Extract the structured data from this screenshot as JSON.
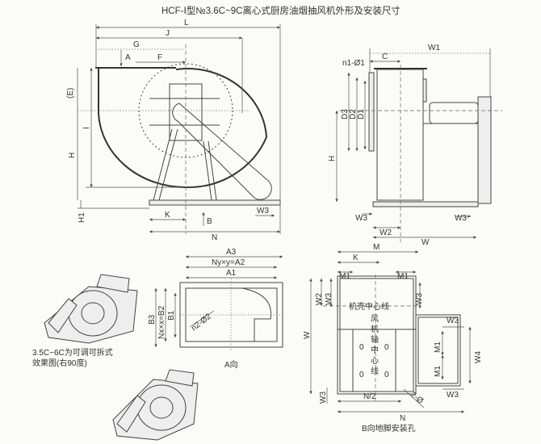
{
  "title": "HCF-Ⅰ型№3.6C~9C离心式厨房油烟抽风机外形及安装尺寸",
  "side_view": {
    "L": "L",
    "J": "J",
    "G": "G",
    "F": "F",
    "A": "A",
    "E": "(E)",
    "I": "I",
    "H": "H",
    "H1": "H1",
    "K": "K",
    "B": "B",
    "N": "N",
    "W3": "W3"
  },
  "front_view": {
    "W1": "W1",
    "C": "C",
    "n1": "n1-Ø1",
    "D3": "D3",
    "D2": "D2",
    "D1": "D1",
    "H": "H",
    "W3a": "W3",
    "W3b": "W3",
    "W2": "W2",
    "W": "W"
  },
  "a_view": {
    "A3": "A3",
    "A2": "Ny×y=A2",
    "A1": "A1",
    "B3": "B3",
    "B2": "Nx×x=B2",
    "B1": "B1",
    "n2": "n2-Ø2",
    "caption": "A向"
  },
  "b_view": {
    "M": "M",
    "K": "K",
    "M1a": "M1",
    "M1b": "M1",
    "W2": "W2",
    "W3a": "W3",
    "W3b": "W3",
    "W": "W",
    "casing_center": "机壳中心线",
    "shaft_center": [
      "风",
      "机",
      "轴",
      "中",
      "心",
      "线"
    ],
    "W3c": "W3",
    "M1c": "M1",
    "W4": "W4",
    "M1d": "M1",
    "W3d": "W3",
    "N2": "N/2",
    "hole": "2-Ø",
    "W3e": "W3",
    "N": "N",
    "caption": "B向地脚安装孔"
  },
  "note": {
    "line1": "3.5C~6C为可调可拆式",
    "line2": "效果图(右90度)"
  }
}
